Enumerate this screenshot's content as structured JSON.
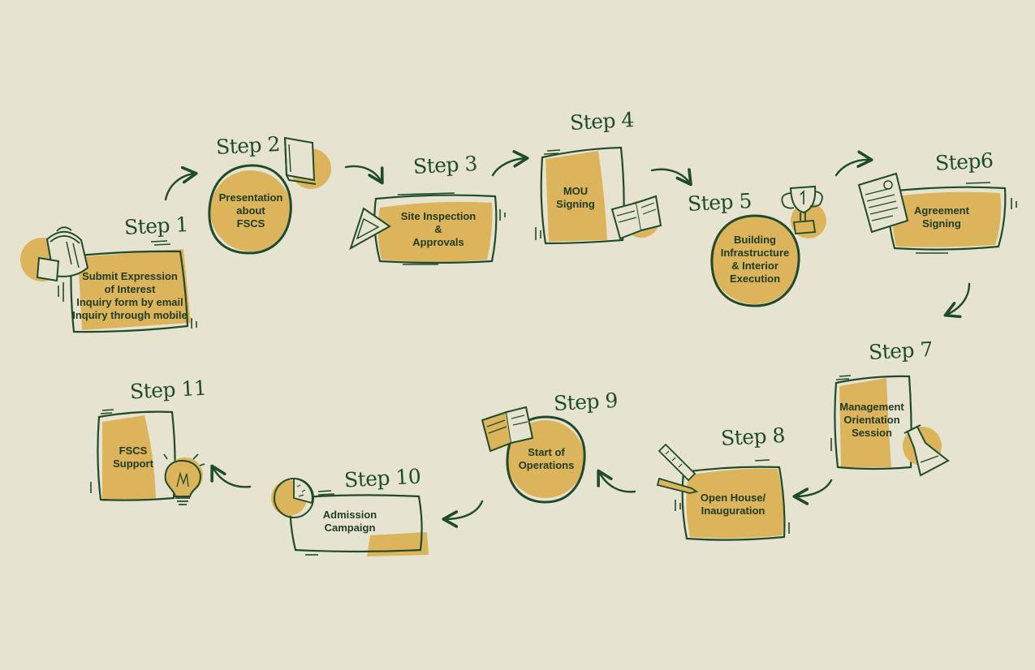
{
  "colors": {
    "background": "#e6e4d1",
    "fill": "#dcb45c",
    "ink": "#1f4a2c"
  },
  "steps": [
    {
      "label": "Step 1",
      "lines": [
        "Submit Expression",
        "of Interest",
        "Inquiry form by email",
        "Inquiry through mobile"
      ],
      "icon": "backpack-icon"
    },
    {
      "label": "Step 2",
      "lines": [
        "Presentation",
        "about",
        "FSCS"
      ],
      "icon": "book-icon"
    },
    {
      "label": "Step 3",
      "lines": [
        "Site Inspection",
        "&",
        "Approvals"
      ],
      "icon": "set-square-icon"
    },
    {
      "label": "Step 4",
      "lines": [
        "MOU",
        "Signing"
      ],
      "icon": "open-book-icon"
    },
    {
      "label": "Step 5",
      "lines": [
        "Building",
        "Infrastructure",
        "& Interior",
        "Execution"
      ],
      "icon": "trophy-icon"
    },
    {
      "label": "Step6",
      "lines": [
        "Agreement",
        "Signing"
      ],
      "icon": "document-icon"
    },
    {
      "label": "Step 7",
      "lines": [
        "Management",
        "Orientation",
        "Session"
      ],
      "icon": "flask-icon"
    },
    {
      "label": "Step 8",
      "lines": [
        "Open House/",
        "Inauguration"
      ],
      "icon": "pencil-ruler-icon"
    },
    {
      "label": "Step 9",
      "lines": [
        "Start of",
        "Operations"
      ],
      "icon": "open-book-icon"
    },
    {
      "label": "Step 10",
      "lines": [
        "Admission",
        "Campaign"
      ],
      "icon": "pie-chart-icon"
    },
    {
      "label": "Step 11",
      "lines": [
        "FSCS",
        "Support"
      ],
      "icon": "lightbulb-icon"
    }
  ]
}
